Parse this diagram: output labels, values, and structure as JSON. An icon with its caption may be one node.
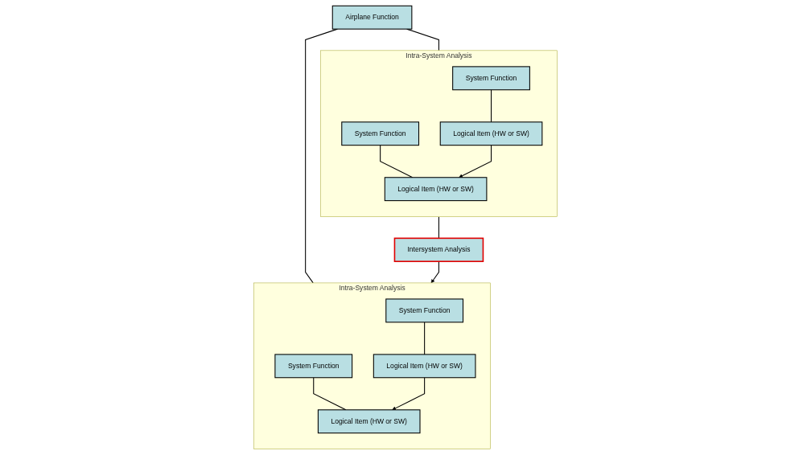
{
  "diagram": {
    "nodes": [
      {
        "text": [
          "Airplane Function"
        ]
      },
      {
        "text": [
          "Intra-System Analysis"
        ]
      },
      {
        "text": [
          "System Function"
        ],
        "in": 1
      },
      {
        "text": [
          "System Function"
        ],
        "in": 1
      },
      {
        "text": [
          "Logical Item (HW or SW)"
        ],
        "in": 1
      },
      {
        "text": [
          "Logical Item (HW or SW)"
        ],
        "in": 1
      },
      {
        "text": [
          "Intersystem Analysis"
        ]
      },
      {
        "text": [
          "Intra-System Analysis"
        ]
      },
      {
        "text": [
          "System Function"
        ],
        "in": 7
      },
      {
        "text": [
          "System Function"
        ],
        "in": 7
      },
      {
        "text": [
          "Logical Item (HW or SW)"
        ],
        "in": 7
      },
      {
        "text": [
          "Logical Item (HW or SW)"
        ],
        "in": 7
      }
    ],
    "edges": [
      {
        "from": 0,
        "to": 1,
        "arrow": "none"
      },
      {
        "from": 0,
        "to": 7,
        "arrow": "none"
      },
      {
        "from": 2,
        "to": 4,
        "arrow": "none"
      },
      {
        "from": 3,
        "to": 5,
        "arrow": "none"
      },
      {
        "from": 4,
        "to": 5,
        "arrow": "to"
      },
      {
        "from": 1,
        "to": 6,
        "arrow": "none"
      },
      {
        "from": 6,
        "to": 7,
        "arrow": "to"
      },
      {
        "from": 8,
        "to": 10,
        "arrow": "none"
      },
      {
        "from": 9,
        "to": 11,
        "arrow": "none"
      },
      {
        "from": 10,
        "to": 11,
        "arrow": "to"
      }
    ]
  }
}
